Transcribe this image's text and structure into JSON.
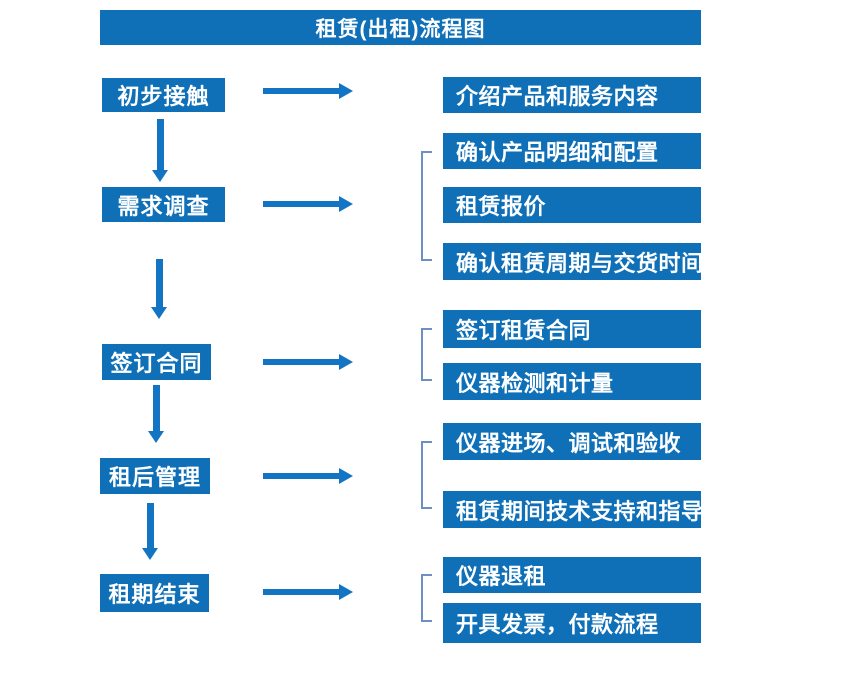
{
  "title": "租赁(出租)流程图",
  "colors": {
    "box": "#0f70b8",
    "arrow": "#1374c4",
    "bracket": "#6d8fc1",
    "text": "#ffffff",
    "background": "#ffffff"
  },
  "steps": [
    {
      "label": "初步接触",
      "outputs": [
        "介绍产品和服务内容"
      ]
    },
    {
      "label": "需求调查",
      "outputs": [
        "确认产品明细和配置",
        "租赁报价",
        "确认租赁周期与交货时间"
      ]
    },
    {
      "label": "签订合同",
      "outputs": [
        "签订租赁合同",
        "仪器检测和计量"
      ]
    },
    {
      "label": "租后管理",
      "outputs": [
        "仪器进场、调试和验收",
        "租赁期间技术支持和指导"
      ]
    },
    {
      "label": "租期结束",
      "outputs": [
        "仪器退租",
        "开具发票，付款流程"
      ]
    }
  ]
}
